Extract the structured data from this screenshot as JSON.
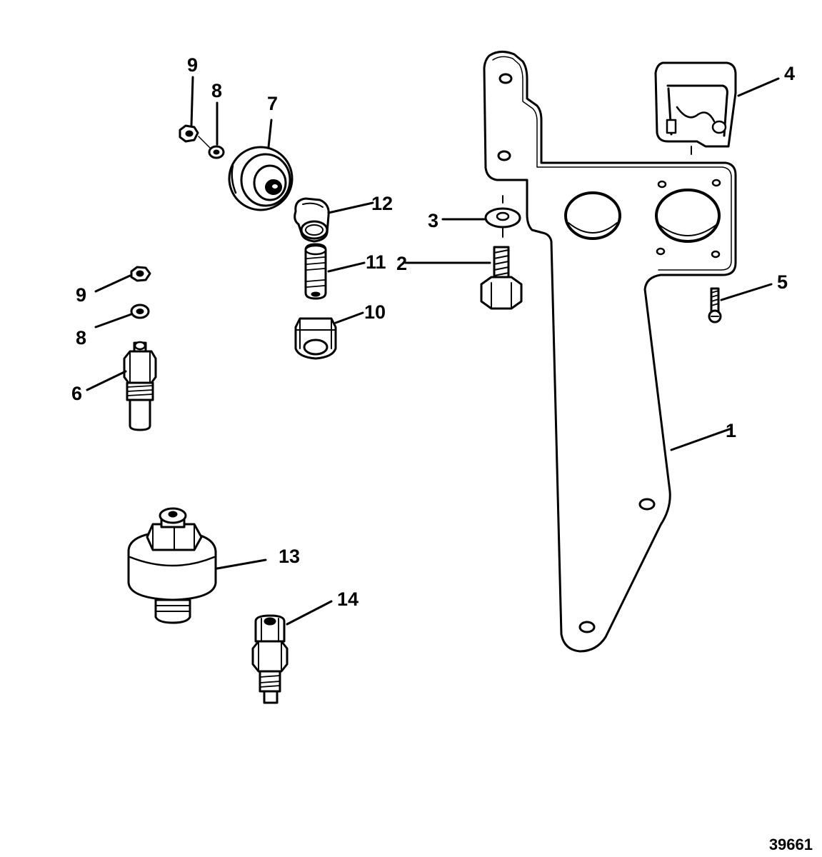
{
  "diagram": {
    "figure_number": "39661",
    "callouts": [
      {
        "id": "c1",
        "label": "1"
      },
      {
        "id": "c2",
        "label": "2"
      },
      {
        "id": "c3",
        "label": "3"
      },
      {
        "id": "c4",
        "label": "4"
      },
      {
        "id": "c5",
        "label": "5"
      },
      {
        "id": "c6",
        "label": "6"
      },
      {
        "id": "c7",
        "label": "7"
      },
      {
        "id": "c8a",
        "label": "8"
      },
      {
        "id": "c8b",
        "label": "8"
      },
      {
        "id": "c9a",
        "label": "9"
      },
      {
        "id": "c9b",
        "label": "9"
      },
      {
        "id": "c10",
        "label": "10"
      },
      {
        "id": "c11",
        "label": "11"
      },
      {
        "id": "c12",
        "label": "12"
      },
      {
        "id": "c13",
        "label": "13"
      },
      {
        "id": "c14",
        "label": "14"
      }
    ]
  }
}
